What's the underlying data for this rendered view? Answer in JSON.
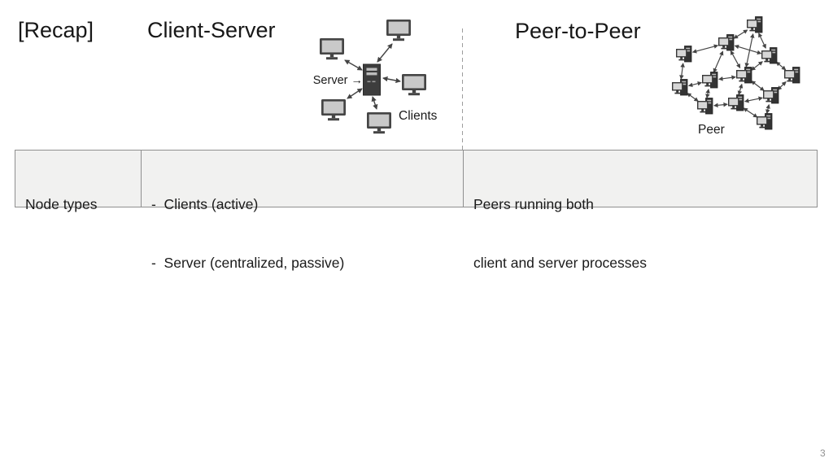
{
  "slide": {
    "recap": "[Recap]",
    "page_number": "3"
  },
  "client_server": {
    "title": "Client-Server",
    "server_label": "Server →",
    "clients_label": "Clients"
  },
  "peer_to_peer": {
    "title": "Peer-to-Peer",
    "peer_label": "Peer"
  },
  "comparison_table": {
    "rows": [
      {
        "label": "Node types",
        "client_server_lines": [
          "-  Clients (active)",
          "-  Server (centralized, passive)"
        ],
        "peer_to_peer_lines": [
          "Peers running both",
          "client and server processes"
        ]
      }
    ]
  },
  "colors": {
    "table_fill": "#f1f1f0",
    "table_border": "#8f8f8f",
    "icon_dark": "#3d3d3d",
    "screen_light": "#c9c9c9",
    "divider_gray": "#9d9d9d",
    "page_number_gray": "#919191"
  }
}
